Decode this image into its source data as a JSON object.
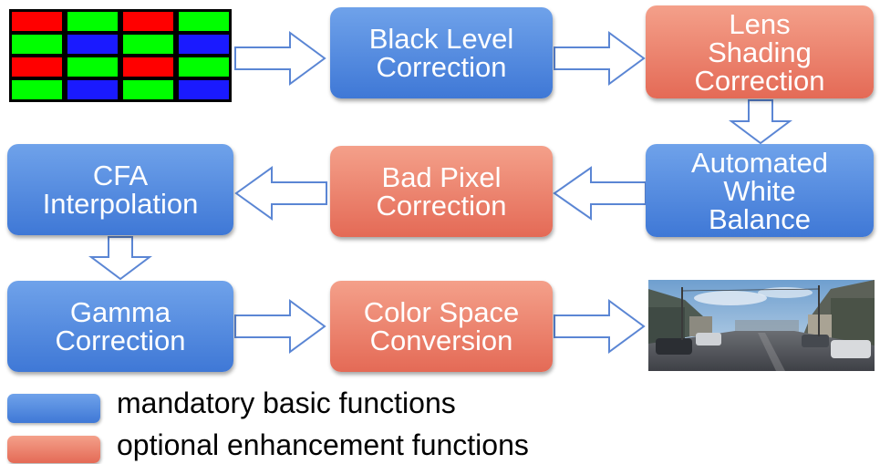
{
  "colors": {
    "mandatory": "#4a82dc",
    "optional": "#ea7b66",
    "arrow_stroke": "#5b86d4",
    "bayer_red": "#ff0000",
    "bayer_green": "#00ff00",
    "bayer_blue": "#1a1aff"
  },
  "bayer_pattern": [
    [
      "red",
      "green",
      "red",
      "green"
    ],
    [
      "green",
      "blue",
      "green",
      "blue"
    ],
    [
      "red",
      "green",
      "red",
      "green"
    ],
    [
      "green",
      "blue",
      "green",
      "blue"
    ]
  ],
  "nodes": {
    "black_level": {
      "lines": [
        "Black Level",
        "Correction"
      ],
      "category": "mandatory"
    },
    "lens_shading": {
      "lines": [
        "Lens",
        "Shading",
        "Correction"
      ],
      "category": "optional"
    },
    "awb": {
      "lines": [
        "Automated",
        "White",
        "Balance"
      ],
      "category": "mandatory"
    },
    "bad_pixel": {
      "lines": [
        "Bad Pixel",
        "Correction"
      ],
      "category": "optional"
    },
    "cfa": {
      "lines": [
        "CFA",
        "Interpolation"
      ],
      "category": "mandatory"
    },
    "gamma": {
      "lines": [
        "Gamma",
        "Correction"
      ],
      "category": "mandatory"
    },
    "color_space": {
      "lines": [
        "Color Space",
        "Conversion"
      ],
      "category": "optional"
    }
  },
  "legend": {
    "mandatory_label": "mandatory basic functions",
    "optional_label": "optional enhancement functions"
  }
}
